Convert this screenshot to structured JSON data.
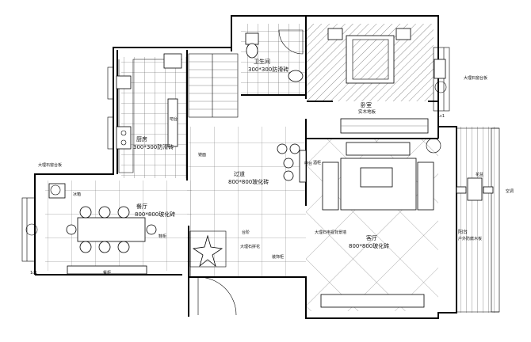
{
  "rooms": {
    "bath": {
      "name": "卫生间",
      "spec": "300*300防滑砖"
    },
    "bedroom": {
      "name": "卧室",
      "floor": "实木地板"
    },
    "kitchen": {
      "name": "厨房",
      "spec": "300*300防滑砖"
    },
    "corridor": {
      "name": "过道",
      "spec": "800*800玻化砖"
    },
    "dining": {
      "name": "餐厅",
      "spec": "800*800玻化砖"
    },
    "living": {
      "name": "客厅",
      "spec": "800*800玻化砖"
    },
    "balcony": {
      "name": "阳台",
      "spec": "户外防腐木板"
    }
  },
  "labels": {
    "bedroom_wall": "大理石窗台板",
    "dining_wall": "大理石窗台板",
    "kitchen_counter": "吧台",
    "bar": "吧台",
    "mirror": "镜面",
    "shoe_cabinet": "鞋柜",
    "steps": "台阶",
    "porch": "大理石拼花",
    "corner": "装饰柜",
    "tv_wall": "大理石电视背景墙",
    "fridge": "冰箱",
    "sideboard": "餐柜",
    "sideboard_cab": "酒柜",
    "balcony_plant": "花盆",
    "door_mark_1": "1c1",
    "door_mark_2": "1c1",
    "ac": "空调"
  }
}
